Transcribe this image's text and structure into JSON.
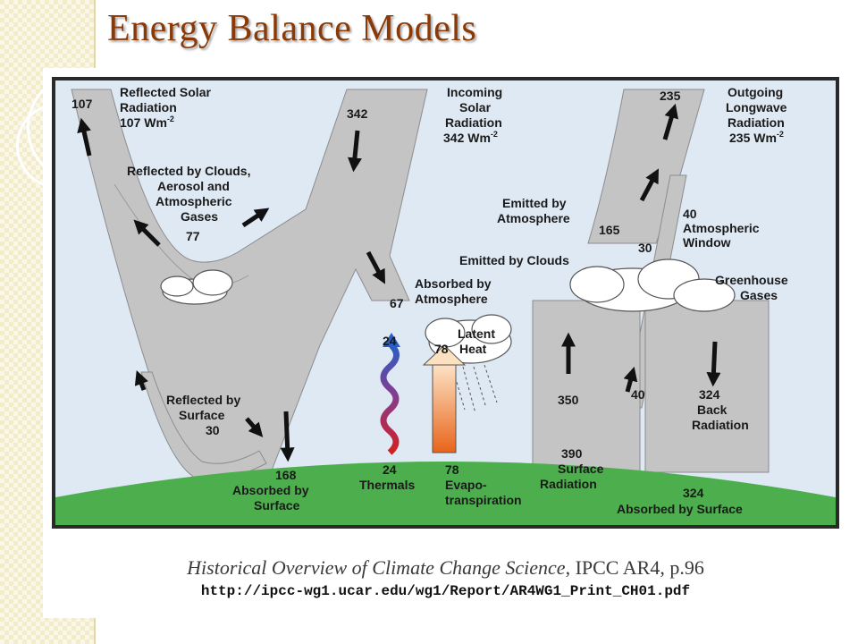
{
  "slide": {
    "title": "Energy Balance Models",
    "caption": {
      "italic": "Historical Overview of Climate Change Science",
      "rest": ", IPCC AR4, p.96",
      "url": "http://ipcc-wg1.ucar.edu/wg1/Report/AR4WG1_Print_CH01.pdf"
    }
  },
  "diagram": {
    "reflected_solar": {
      "title": [
        "Reflected Solar",
        "Radiation"
      ],
      "value_line": "107 Wm",
      "exp": "-2",
      "number": "107"
    },
    "incoming_solar": {
      "title": [
        "Incoming",
        "Solar",
        "Radiation"
      ],
      "value_line": "342 Wm",
      "exp": "-2",
      "number": "342"
    },
    "outgoing_longwave": {
      "title": [
        "Outgoing",
        "Longwave",
        "Radiation"
      ],
      "value_line": "235 Wm",
      "exp": "-2",
      "number": "235"
    },
    "reflected_clouds": {
      "title": [
        "Reflected by Clouds,",
        "Aerosol and",
        "Atmospheric",
        "Gases"
      ],
      "number": "77"
    },
    "emitted_atmosphere": {
      "title": [
        "Emitted by",
        "Atmosphere"
      ],
      "number": "165"
    },
    "atmospheric_window": {
      "number": "40",
      "title": [
        "Atmospheric",
        "Window"
      ]
    },
    "emitted_clouds": {
      "title": "Emitted by Clouds",
      "number": "30"
    },
    "absorbed_atmosphere": {
      "number": "67",
      "title": [
        "Absorbed by",
        "Atmosphere"
      ]
    },
    "greenhouse": {
      "title": [
        "Greenhouse",
        "Gases"
      ]
    },
    "latent_heat": {
      "title": [
        "Latent",
        "Heat"
      ],
      "number": "78"
    },
    "thermals_top": "24",
    "reflected_surface": {
      "title": [
        "Reflected by",
        "Surface"
      ],
      "number": "30"
    },
    "absorbed_surface_168": {
      "number": "168",
      "title": [
        "Absorbed by",
        "Surface"
      ]
    },
    "thermals": {
      "number": "24",
      "title": "Thermals"
    },
    "evapotranspiration": {
      "number": "78",
      "title": [
        "Evapo-",
        "transpiration"
      ]
    },
    "surface_radiation": {
      "number": "390",
      "title": [
        "Surface",
        "Radiation"
      ]
    },
    "up_350": "350",
    "up_40": "40",
    "back_radiation": {
      "number": "324",
      "title": [
        "Back",
        "Radiation"
      ]
    },
    "absorbed_surface_324": {
      "number": "324",
      "title": "Absorbed by Surface"
    },
    "colors": {
      "sky": "#dfe9f4",
      "beam": "#c4c4c4",
      "ground": "#4cae4c",
      "title": "#8a3a06"
    }
  }
}
